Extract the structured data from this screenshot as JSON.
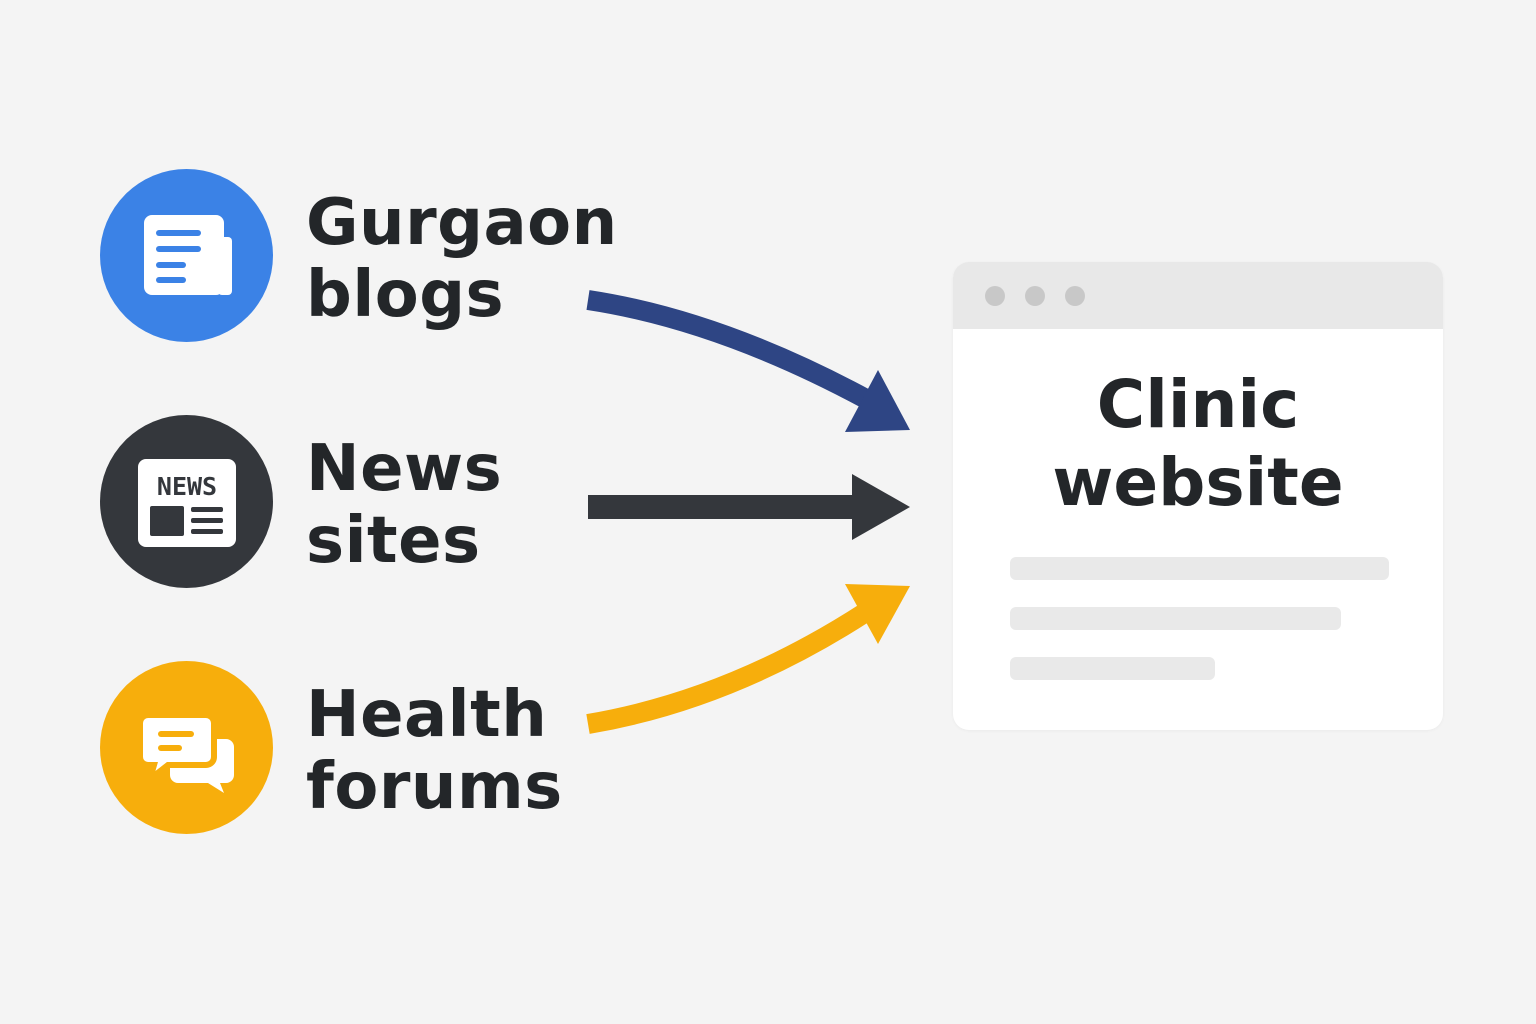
{
  "sources": [
    {
      "label_line1": "Gurgaon",
      "label_line2": "blogs",
      "icon": "document-icon",
      "color": "#3B82E6",
      "arrow_color": "#2E4584"
    },
    {
      "label_line1": "News",
      "label_line2": "sites",
      "icon": "newspaper-icon",
      "icon_text": "NEWS",
      "color": "#34373C",
      "arrow_color": "#34373C"
    },
    {
      "label_line1": "Health",
      "label_line2": "forums",
      "icon": "chat-bubbles-icon",
      "color": "#F7AE0C",
      "arrow_color": "#F7AE0C"
    }
  ],
  "target": {
    "title_line1": "Clinic",
    "title_line2": "website",
    "icon": "browser-window-icon"
  }
}
